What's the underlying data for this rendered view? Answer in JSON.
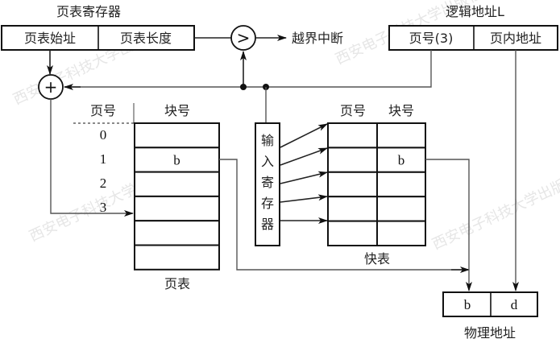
{
  "title": "分页地址变换机构（含快表）",
  "page_table_register": {
    "label": "页表寄存器",
    "fields": [
      "页表始址",
      "页表长度"
    ]
  },
  "compare": {
    "symbol": ">",
    "output_label": "越界中断"
  },
  "adder": {
    "symbol": "+"
  },
  "logical_address": {
    "label": "逻辑地址L",
    "fields": [
      "页号(3)",
      "页内地址"
    ]
  },
  "page_table": {
    "caption": "页表",
    "col_page_header": "页号",
    "col_block_header": "块号",
    "page_numbers": [
      "0",
      "1",
      "2",
      "3"
    ],
    "rows": [
      "",
      "b",
      "",
      "",
      "",
      ""
    ]
  },
  "input_register": {
    "chars": [
      "输",
      "入",
      "寄",
      "存",
      "器"
    ]
  },
  "tlb": {
    "caption": "快表",
    "headers": [
      "页号",
      "块号"
    ],
    "rows": [
      [
        "",
        ""
      ],
      [
        "",
        "b"
      ],
      [
        "",
        ""
      ],
      [
        "",
        ""
      ],
      [
        "",
        ""
      ]
    ]
  },
  "physical_address": {
    "label": "物理地址",
    "fields": [
      "b",
      "d"
    ]
  },
  "watermark": "西安电子科技大学出版社"
}
